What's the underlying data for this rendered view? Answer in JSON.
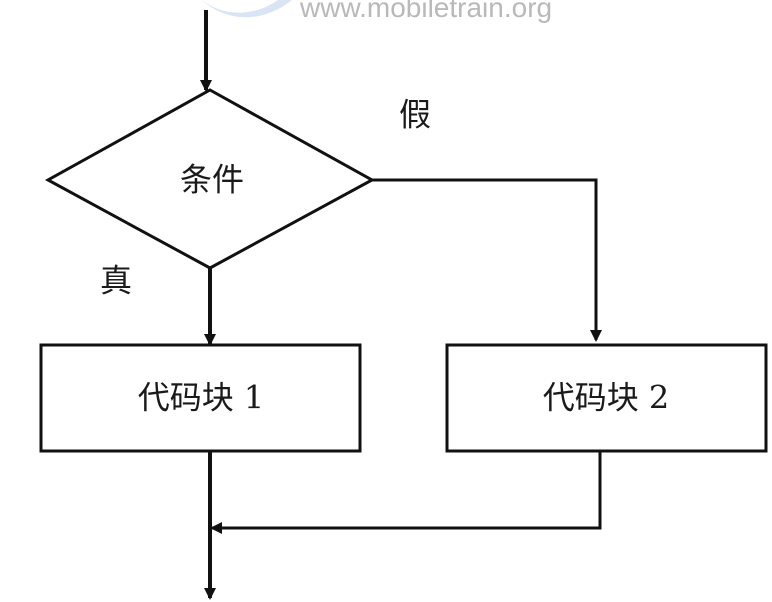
{
  "watermark": {
    "text": "www.mobiletrain.org",
    "logo_icon": "logo-icon"
  },
  "flowchart": {
    "condition": "条件",
    "false_label": "假",
    "true_label": "真",
    "block1": "代码块 1",
    "block2": "代码块 2"
  },
  "colors": {
    "stroke": "#111111",
    "text": "#1a1a1a",
    "watermark": "#b9b9b9",
    "watermark_logo": "#c9d9ef"
  }
}
